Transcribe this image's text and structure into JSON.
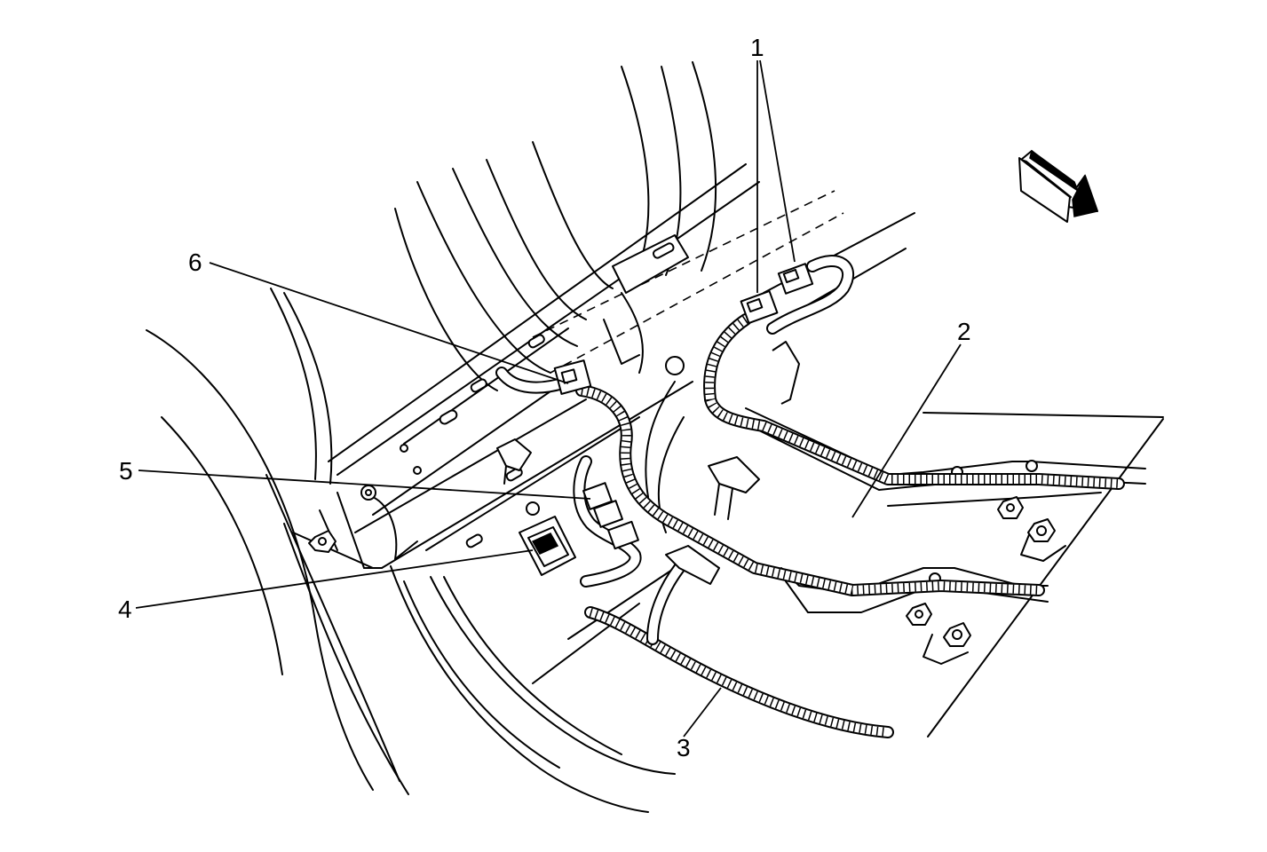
{
  "diagram": {
    "callouts": [
      {
        "id": "1",
        "label": "1"
      },
      {
        "id": "2",
        "label": "2"
      },
      {
        "id": "3",
        "label": "3"
      },
      {
        "id": "4",
        "label": "4"
      },
      {
        "id": "5",
        "label": "5"
      },
      {
        "id": "6",
        "label": "6"
      }
    ],
    "direction_arrow": "arrow-icon"
  }
}
